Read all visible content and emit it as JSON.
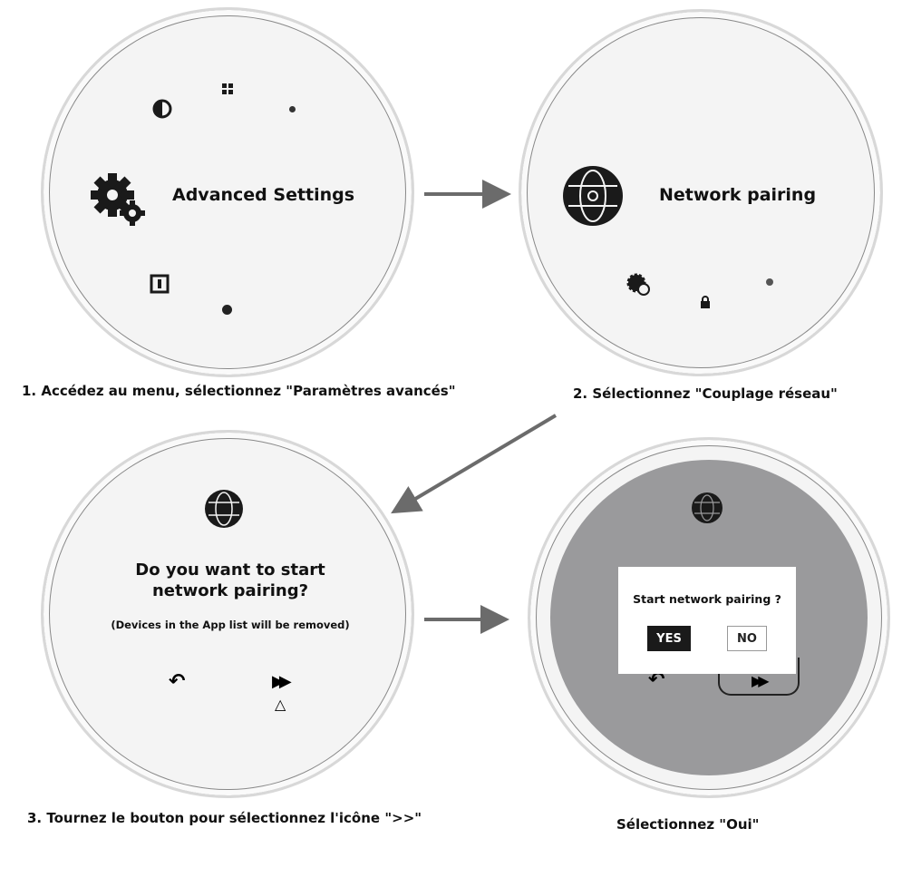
{
  "steps": [
    {
      "caption": "1. Accédez au menu, sélectionnez \"Paramètres avancés\"",
      "screen_label": "Advanced Settings"
    },
    {
      "caption": "2. Sélectionnez \"Couplage réseau\"",
      "screen_label": "Network pairing"
    },
    {
      "caption": "3. Tournez le bouton pour sélectionnez l'icône \">>\"",
      "question": "Do you want to start network pairing?",
      "note": "(Devices in the App list will be removed)"
    },
    {
      "caption": "Sélectionnez \"Oui\"",
      "dialog_title": "Start network pairing ?",
      "yes_label": "YES",
      "no_label": "NO"
    }
  ],
  "colors": {
    "arrow": "#6b6b6b",
    "overlay": "#9a9a9c",
    "icon": "#1a1a1a"
  }
}
